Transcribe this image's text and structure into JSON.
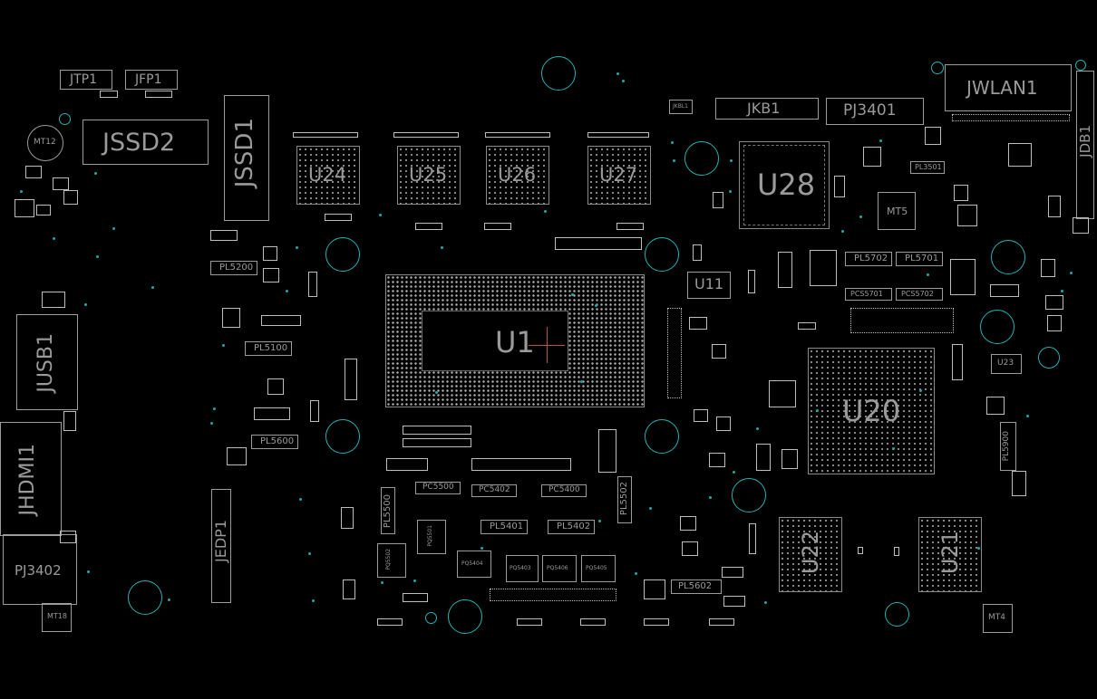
{
  "labels": {
    "jtp1": "JTP1",
    "jfp1": "JFP1",
    "jssd2": "JSSD2",
    "jssd1": "JSSD1",
    "mt12": "MT12",
    "jusb1": "JUSB1",
    "jhdmi1": "JHDMI1",
    "pj3402": "PJ3402",
    "mt18": "MT18",
    "jedp1": "JEDP1",
    "u24": "U24",
    "u25": "U25",
    "u26": "U26",
    "u27": "U27",
    "u1": "U1",
    "u28": "U28",
    "jkb1": "JKB1",
    "pj3401": "PJ3401",
    "jwlan1": "JWLAN1",
    "jdb1": "JDB1",
    "mt5": "MT5",
    "u11": "U11",
    "u20": "U20",
    "u22": "U22",
    "u21": "U21",
    "mt4": "MT4",
    "pl5200": "PL5200",
    "pl5100": "PL5100",
    "pl5600": "PL5600",
    "pl5500": "PL5500",
    "pc5500": "PC5500",
    "pc5402": "PC5402",
    "pc5400": "PC5400",
    "pl5502": "PL5502",
    "pl5401": "PL5401",
    "pl5402": "PL5402",
    "pl5602": "PL5602",
    "pl5702": "PL5702",
    "pl5701": "PL5701",
    "pcs5701": "PCS5701",
    "pcs5702": "PCS5702",
    "pl5900": "PL5900",
    "pl3501": "PL3501",
    "u23": "U23",
    "jkbl1": "JKBL1",
    "pq5404": "PQ5404",
    "pq5403": "PQ5403",
    "pq5406": "PQ5406",
    "pq5405": "PQ5405",
    "pq5501": "PQ5501",
    "pq5502": "PQ5502"
  },
  "colors": {
    "background": "#000000",
    "outline": "#9c9c9c",
    "label": "#9a9a9a",
    "via": "#1fb3b3"
  }
}
